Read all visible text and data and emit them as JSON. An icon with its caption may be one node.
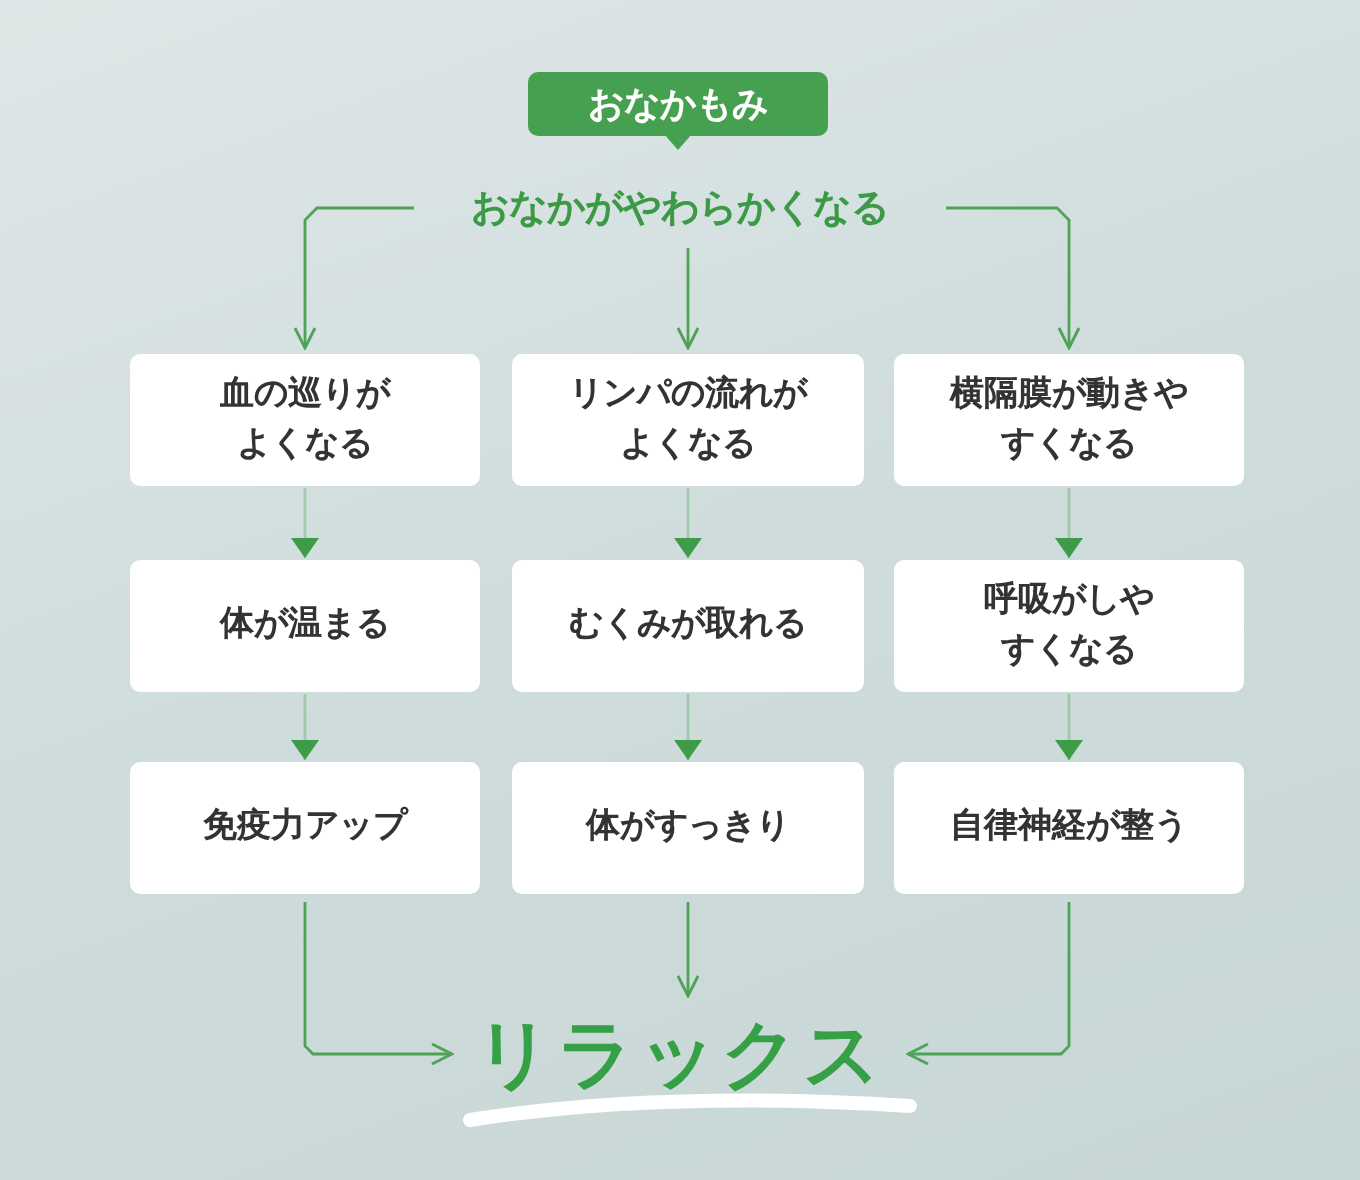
{
  "diagram": {
    "nodes": [
      {
        "text": [
          "おなかもみ"
        ]
      },
      {
        "text": [
          "おなかがやわらかくなる"
        ]
      },
      {
        "text": [
          "血の巡りがよくなる"
        ]
      },
      {
        "text": [
          "リンパの流れがよくなる"
        ]
      },
      {
        "text": [
          "横隔膜が動きやすくなる"
        ]
      },
      {
        "text": [
          "体が温まる"
        ]
      },
      {
        "text": [
          "むくみが取れる"
        ]
      },
      {
        "text": [
          "呼吸がしやすくなる"
        ]
      },
      {
        "text": [
          "免疫力アップ"
        ]
      },
      {
        "text": [
          "体がすっきり"
        ]
      },
      {
        "text": [
          "自律神経が整う"
        ]
      },
      {
        "text": [
          "リラックス"
        ]
      }
    ],
    "edges": [
      {
        "from": 1,
        "to": 2,
        "arrow": "to"
      },
      {
        "from": 1,
        "to": 3,
        "arrow": "to"
      },
      {
        "from": 1,
        "to": 4,
        "arrow": "to"
      },
      {
        "from": 2,
        "to": 5,
        "arrow": "to"
      },
      {
        "from": 3,
        "to": 6,
        "arrow": "to"
      },
      {
        "from": 4,
        "to": 7,
        "arrow": "to"
      },
      {
        "from": 5,
        "to": 8,
        "arrow": "to"
      },
      {
        "from": 6,
        "to": 9,
        "arrow": "to"
      },
      {
        "from": 7,
        "to": 10,
        "arrow": "to"
      },
      {
        "from": 8,
        "to": 11,
        "arrow": "to"
      },
      {
        "from": 9,
        "to": 11,
        "arrow": "to"
      },
      {
        "from": 10,
        "to": 11,
        "arrow": "to"
      }
    ]
  }
}
